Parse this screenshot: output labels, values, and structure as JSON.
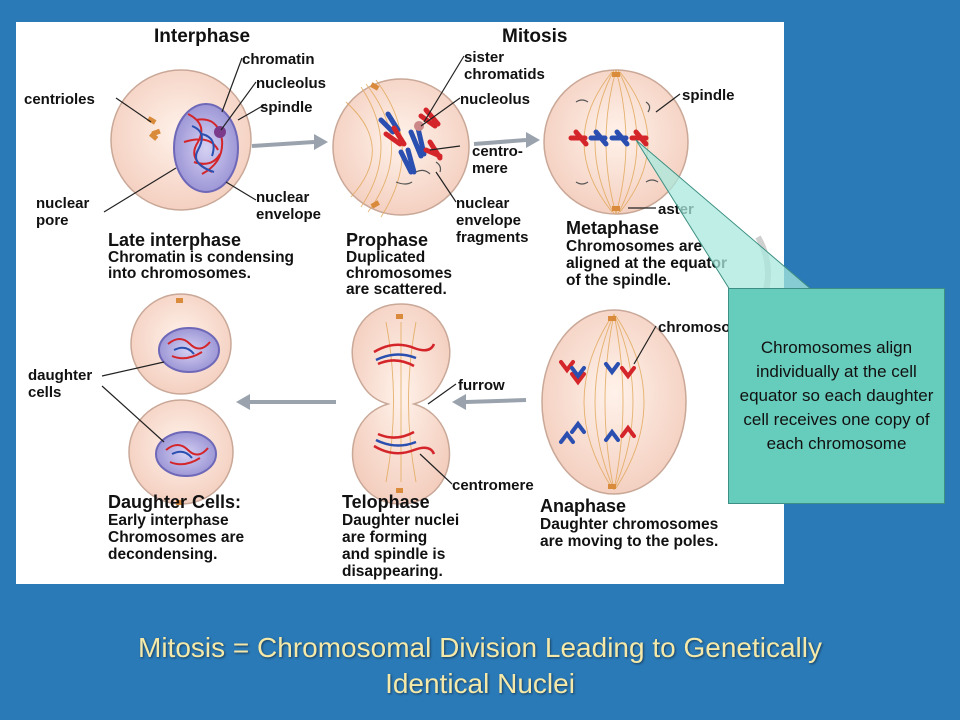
{
  "diagram": {
    "headings": {
      "interphase": "Interphase",
      "mitosis": "Mitosis"
    },
    "labels": {
      "centrioles": "centrioles",
      "chromatin": "chromatin",
      "nucleolus": "nucleolus",
      "spindle": "spindle",
      "nuclear_pore": [
        "nuclear",
        "pore"
      ],
      "nuclear_envelope": [
        "nuclear",
        "envelope"
      ],
      "sister_chromatids": [
        "sister",
        "chromatids"
      ],
      "nucleolus_prophase": "nucleolus",
      "centromere_split": [
        "centro-",
        "mere"
      ],
      "nuclear_envelope_fragments": [
        "nuclear",
        "envelope",
        "fragments"
      ],
      "spindle_metaphase": "spindle",
      "aster": "aster",
      "chromosome": "chromosome",
      "furrow": "furrow",
      "centromere": "centromere",
      "daughter_cells": [
        "daughter",
        "cells"
      ]
    },
    "stages": {
      "late_interphase": {
        "title": "Late interphase",
        "lines": [
          "Chromatin is condensing",
          "into chromosomes."
        ]
      },
      "prophase": {
        "title": "Prophase",
        "lines": [
          "Duplicated",
          "chromosomes",
          "are scattered."
        ]
      },
      "metaphase": {
        "title": "Metaphase",
        "lines": [
          "Chromosomes are",
          "aligned at the equator",
          "of the spindle."
        ]
      },
      "daughter_cells": {
        "title": "Daughter Cells:",
        "lines": [
          "Early interphase",
          "Chromosomes are",
          "decondensing."
        ]
      },
      "telophase": {
        "title": "Telophase",
        "lines": [
          "Daughter nuclei",
          "are forming",
          "and spindle is",
          "disappearing."
        ]
      },
      "anaphase": {
        "title": "Anaphase",
        "lines": [
          "Daughter chromosomes",
          "are moving to the poles."
        ]
      }
    }
  },
  "callout": {
    "text": "Chromosomes align individually at the cell equator so each daughter cell receives one copy of each chromosome"
  },
  "slide": {
    "title_line1": "Mitosis = Chromosomal Division Leading to Genetically",
    "title_line2": "Identical Nuclei"
  },
  "colors": {
    "background": "#2a7ab8",
    "cell_fill": "#f6ddd0",
    "nucleus_fill": "#b3aee0",
    "chromosome_red": "#d4252a",
    "chromosome_blue": "#2a4fb0",
    "centriole": "#d98a3a",
    "callout_fill": "#66ccbb",
    "title_text": "#f4e9a8"
  }
}
